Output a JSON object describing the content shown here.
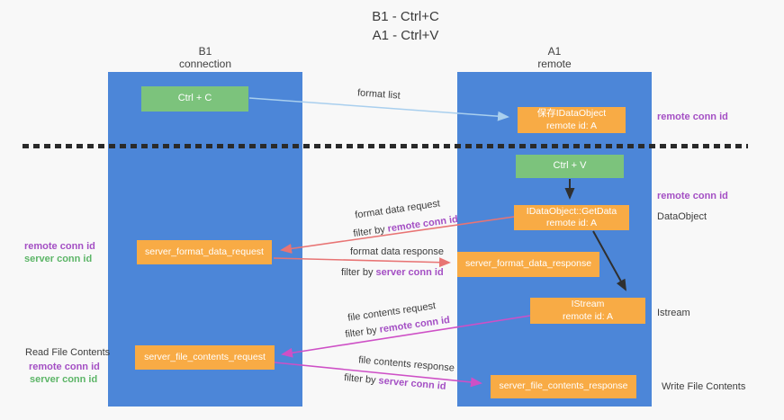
{
  "colors": {
    "lifeline_blue": "#4c86d8",
    "box_orange": "#f8ab45",
    "box_green": "#7cc37c",
    "arrow_blue": "#a9cfee",
    "arrow_black": "#2f2f2f",
    "arrow_salmon": "#e87474",
    "arrow_magenta": "#ce50c6",
    "text_purple": "#a44fc4",
    "text_green": "#5cb567"
  },
  "title": {
    "line1": "B1 - Ctrl+C",
    "line2": "A1 - Ctrl+V"
  },
  "lifelines": {
    "b1": {
      "name": "B1",
      "role": "connection"
    },
    "a1": {
      "name": "A1",
      "role": "remote"
    }
  },
  "nodes": {
    "ctrl_c": {
      "label": "Ctrl + C"
    },
    "ctrl_v": {
      "label": "Ctrl + V"
    },
    "save_idataobject": {
      "line1": "保存IDataObject",
      "line2": "remote id: A"
    },
    "getdata": {
      "line1": "IDataObject::GetData",
      "line2": "remote id: A"
    },
    "istream": {
      "line1": "IStream",
      "line2": "remote id: A"
    },
    "format_request": {
      "label": "server_format_data_request"
    },
    "format_response": {
      "label": "server_format_data_response"
    },
    "file_request": {
      "label": "server_file_contents_request"
    },
    "file_response": {
      "label": "server_file_contents_response"
    }
  },
  "edge_labels": {
    "format_list": "format list",
    "format_data_request": "format data request",
    "format_data_response": "format data response",
    "file_contents_request": "file contents request",
    "file_contents_response": "file contents response",
    "filter_by": "filter by",
    "remote_conn_id": "remote conn id",
    "server_conn_id": "server conn id"
  },
  "annotations": {
    "right_top_remote_conn_id": "remote conn id",
    "right_mid_remote_conn_id": "remote conn id",
    "dataobject": "DataObject",
    "istream": "Istream",
    "write_file_contents": "Write File Contents",
    "left_remote_conn_id": "remote conn id",
    "left_server_conn_id": "server conn id",
    "read_file_contents": "Read File Contents",
    "left_bottom_remote_conn_id": "remote conn id",
    "left_bottom_server_conn_id": "server conn id"
  }
}
